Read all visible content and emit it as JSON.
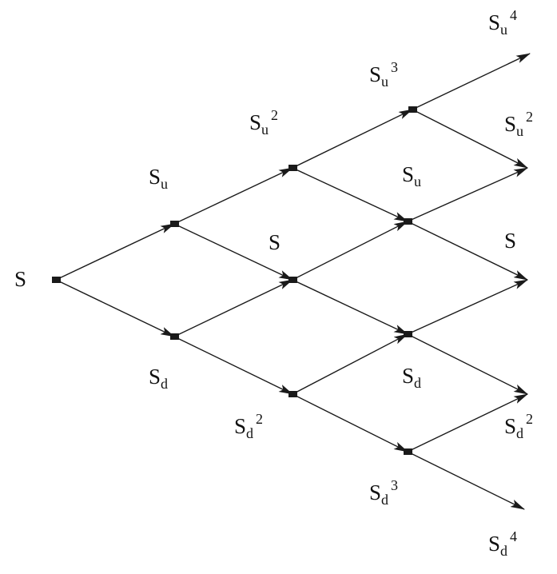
{
  "diagram": {
    "stroke_color": "#1a1a1a",
    "labels": {
      "s0": {
        "base": "S",
        "sub": "",
        "sup": ""
      },
      "su1": {
        "base": "S",
        "sub": "u",
        "sup": ""
      },
      "sd1": {
        "base": "S",
        "sub": "d",
        "sup": ""
      },
      "su2": {
        "base": "S",
        "sub": "u",
        "sup": "2"
      },
      "s2": {
        "base": "S",
        "sub": "",
        "sup": ""
      },
      "sd2": {
        "base": "S",
        "sub": "d",
        "sup": "2"
      },
      "su3": {
        "base": "S",
        "sub": "u",
        "sup": "3"
      },
      "su3mid": {
        "base": "S",
        "sub": "u",
        "sup": ""
      },
      "sd3mid": {
        "base": "S",
        "sub": "d",
        "sup": ""
      },
      "sd3": {
        "base": "S",
        "sub": "d",
        "sup": "3"
      },
      "su4": {
        "base": "S",
        "sub": "u",
        "sup": "4"
      },
      "su4b": {
        "base": "S",
        "sub": "u",
        "sup": "2"
      },
      "s4": {
        "base": "S",
        "sub": "",
        "sup": ""
      },
      "sd4b": {
        "base": "S",
        "sub": "d",
        "sup": "2"
      },
      "sd4": {
        "base": "S",
        "sub": "d",
        "sup": "4"
      }
    }
  }
}
